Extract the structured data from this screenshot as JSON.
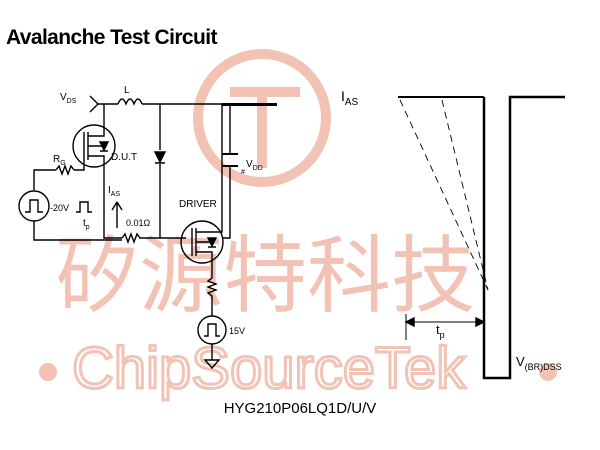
{
  "title": "Avalanche Test Circuit",
  "footer": "HYG210P06LQ1D/U/V",
  "watermark": {
    "cjk": "矽源特科技",
    "latin": "ChipSourceTek",
    "color": "#f2c2b4"
  },
  "circuit": {
    "vds_main": "V",
    "vds_sub": "DS",
    "inductor": "L",
    "dut": "D.U.T",
    "rg_main": "R",
    "rg_sub": "G",
    "gate_voltage": "20V",
    "tp_main": "t",
    "tp_sub": "p",
    "ias_main": "I",
    "ias_sub": "AS",
    "shunt": "0.01Ω",
    "driver": "DRIVER",
    "supply_15v": "15V",
    "vdd_main": "V",
    "vdd_sub": "DD",
    "cap_mark": "#"
  },
  "waveform": {
    "ias_main": "I",
    "ias_sub": "AS",
    "tp_main": "t",
    "tp_sub": "p",
    "vbr_main": "V",
    "vbr_sub": "(BR)DSS"
  }
}
